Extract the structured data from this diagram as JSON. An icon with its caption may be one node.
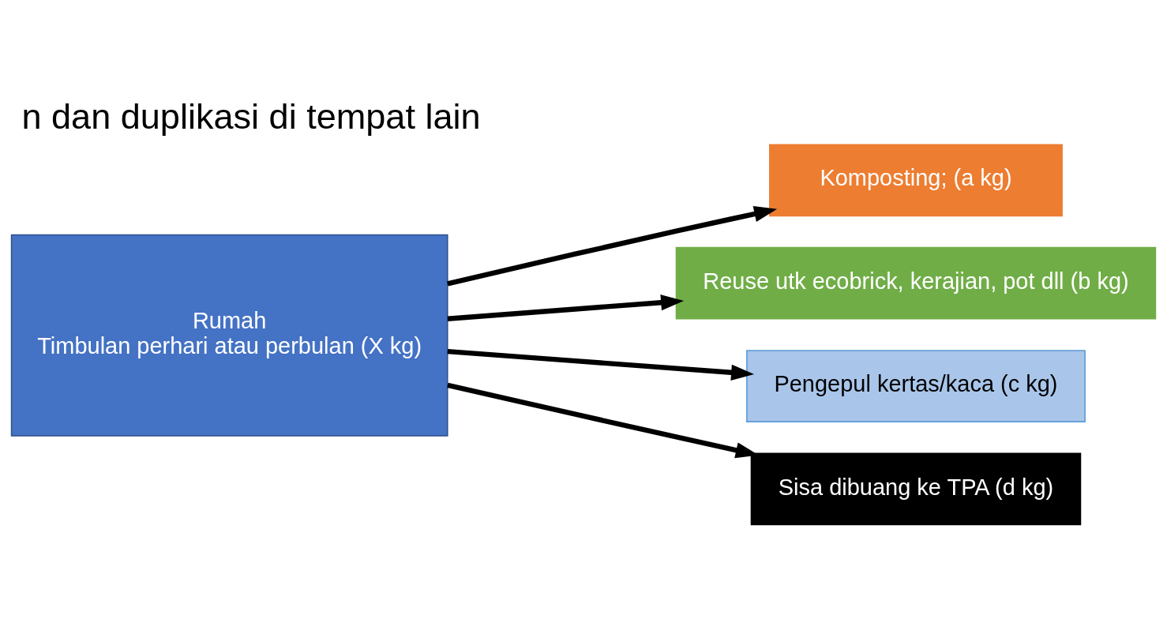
{
  "diagram": {
    "title": "n dan duplikasi di tempat lain",
    "nodes": [
      {
        "text": [
          "Rumah",
          "Timbulan perhari atau perbulan (X kg)"
        ]
      },
      {
        "text": [
          "Komposting; (a kg)"
        ]
      },
      {
        "text": [
          "Reuse utk ecobrick, kerajian, pot dll (b kg)"
        ]
      },
      {
        "text": [
          "Pengepul kertas/kaca (c kg)"
        ]
      },
      {
        "text": [
          "Sisa dibuang ke TPA (d kg)"
        ]
      }
    ],
    "edges": [
      {
        "from": 0,
        "to": 1,
        "arrow": "to"
      },
      {
        "from": 0,
        "to": 2,
        "arrow": "to"
      },
      {
        "from": 0,
        "to": 3,
        "arrow": "to"
      },
      {
        "from": 0,
        "to": 4,
        "arrow": "to"
      }
    ]
  }
}
